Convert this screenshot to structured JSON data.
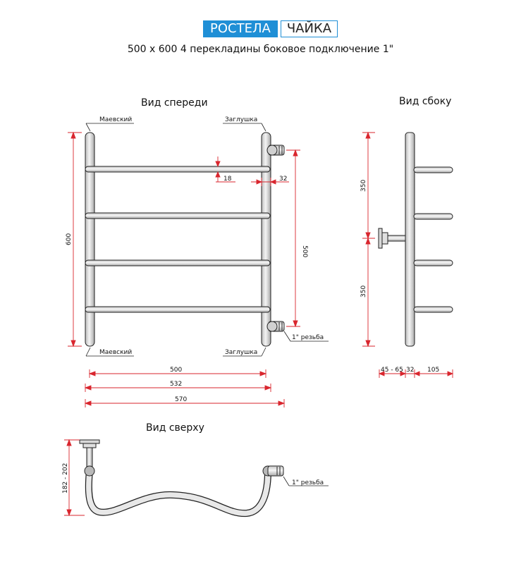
{
  "brand": {
    "left": "РОСТЕЛА",
    "right": "ЧАЙКА",
    "left_color": "#1f8fd6"
  },
  "subtitle": "500 x 600 4 перекладины боковое подключение 1\"",
  "front": {
    "title": "Вид спереди",
    "label_tl": "Маевский",
    "label_tr": "Заглушка",
    "label_bl": "Маевский",
    "label_br": "Заглушка",
    "dim_height": "600",
    "dim_inner": "500",
    "dim_18": "18",
    "dim_32": "32",
    "dim_500": "500",
    "dim_532": "532",
    "dim_570": "570",
    "thread": "1\" резьба"
  },
  "side": {
    "title": "Вид сбоку",
    "dim_top": "350",
    "dim_bottom": "350",
    "dim_a": "45 - 65",
    "dim_b": "32",
    "dim_c": "105"
  },
  "top": {
    "title": "Вид сверху",
    "dim_depth": "182 - 202",
    "thread": "1\" резьба"
  },
  "colors": {
    "dimension": "#d9262e",
    "outline": "#222222",
    "pipe_fill": "#e4e4e4"
  }
}
